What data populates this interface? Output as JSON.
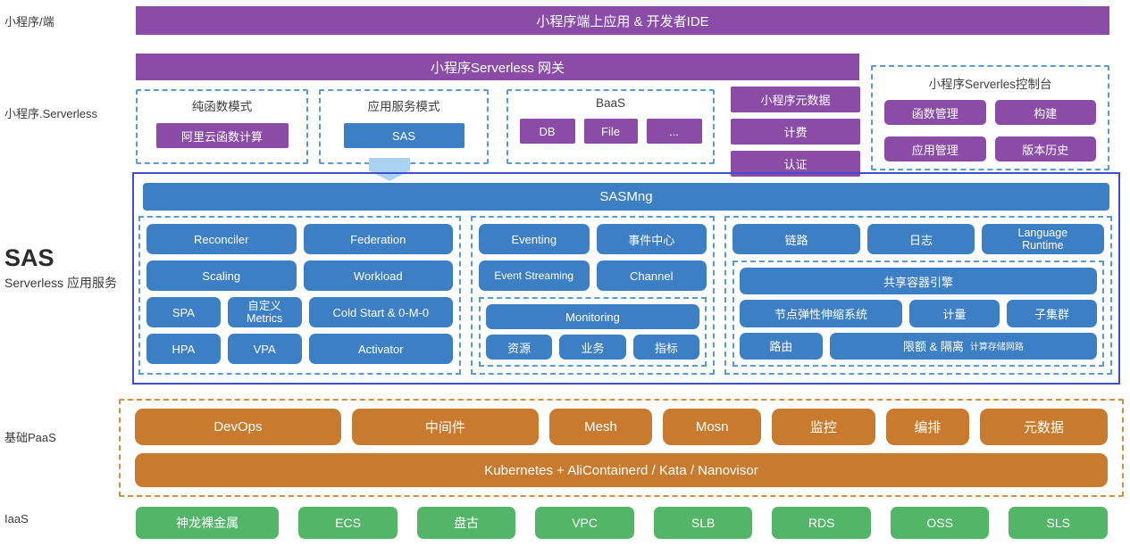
{
  "colors": {
    "purple": "#8a4ca6",
    "blue": "#3d7fc4",
    "sas_border_blue": "#3f4fd0",
    "dashed_light_blue": "#5b9bd5",
    "orange": "#c87b2e",
    "orange_dashed": "#d98c3f",
    "green": "#53b567",
    "arrow_light_blue": "#a9d2f3"
  },
  "side_labels": {
    "mini_program_client": "小程序/端",
    "mini_program_serverless": "小程序.Serverless",
    "sas_title": "SAS",
    "sas_subtitle": "Serverless 应用服务",
    "base_paas": "基础PaaS",
    "iaas": "IaaS"
  },
  "top_bars": {
    "app_ide": "小程序端上应用 & 开发者IDE",
    "gateway": "小程序Serverless 网关"
  },
  "serverless": {
    "pure_fn": {
      "title": "纯函数模式",
      "button": "阿里云函数计算"
    },
    "app_mode": {
      "title": "应用服务模式",
      "button": "SAS"
    },
    "baas": {
      "title": "BaaS",
      "db": "DB",
      "file": "File",
      "more": "..."
    },
    "meta": "小程序元数据",
    "billing": "计费",
    "auth": "认证",
    "console": {
      "title": "小程序Serverles控制台",
      "fn_mgmt": "函数管理",
      "build": "构建",
      "app_mgmt": "应用管理",
      "version_history": "版本历史"
    }
  },
  "sas": {
    "mng": "SASMng",
    "left": {
      "reconciler": "Reconciler",
      "federation": "Federation",
      "scaling": "Scaling",
      "workload": "Workload",
      "spa": "SPA",
      "custom_metrics": "自定义\nMetrics",
      "cold_start": "Cold Start & 0-M-0",
      "hpa": "HPA",
      "vpa": "VPA",
      "activator": "Activator"
    },
    "middle": {
      "eventing": "Eventing",
      "event_center": "事件中心",
      "event_streaming": "Event Streaming",
      "channel": "Channel",
      "monitoring": "Monitoring",
      "resource": "资源",
      "business": "业务",
      "metric": "指标"
    },
    "right": {
      "tracing": "链路",
      "logging": "日志",
      "language_runtime": "Language\nRuntime",
      "shared_container_engine": "共享容器引擎",
      "node_autoscaling": "节点弹性伸缩系统",
      "metering": "计量",
      "subcluster": "子集群",
      "routing": "路由",
      "quota_isolation": "限额 & 隔离",
      "quota_suffix": "计算存储网路"
    }
  },
  "paas": {
    "items": [
      "DevOps",
      "中间件",
      "Mesh",
      "Mosn",
      "监控",
      "编排",
      "元数据"
    ],
    "k8s": "Kubernetes + AliContainerd / Kata / Nanovisor"
  },
  "iaas": {
    "items": [
      "神龙裸金属",
      "ECS",
      "盘古",
      "VPC",
      "SLB",
      "RDS",
      "OSS",
      "SLS"
    ]
  }
}
